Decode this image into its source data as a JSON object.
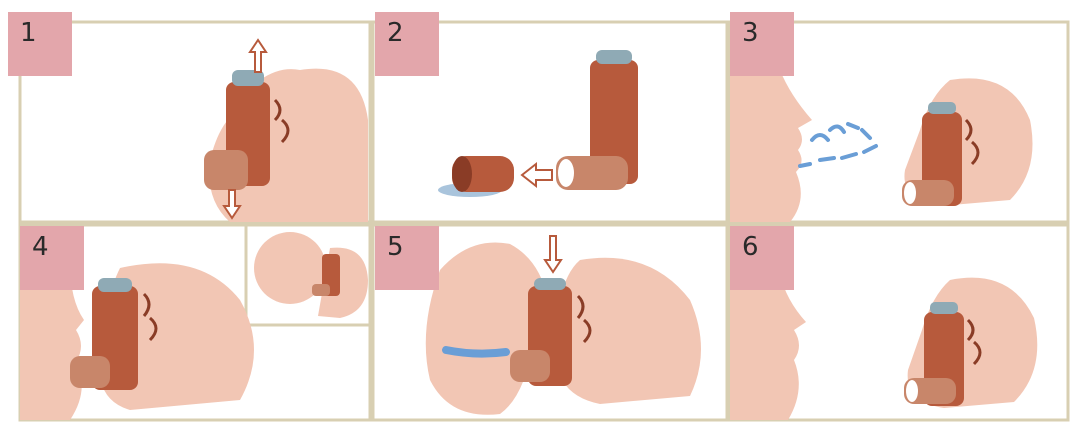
{
  "diagram": {
    "steps": [
      {
        "number": "1",
        "scene": "shake-inhaler"
      },
      {
        "number": "2",
        "scene": "remove-cap"
      },
      {
        "number": "3",
        "scene": "breathe-out"
      },
      {
        "number": "4",
        "scene": "inhaler-to-mouth"
      },
      {
        "number": "5",
        "scene": "press-and-inhale"
      },
      {
        "number": "6",
        "scene": "hold-breath"
      }
    ],
    "colors": {
      "badge": "#e3a6ab",
      "frame": "#d8cfb2",
      "skin": "#f2c6b4",
      "skin_shade": "#e7ad98",
      "canister": "#b75a3c",
      "canister_dark": "#8a3c26",
      "mouthpiece": "#c8866a",
      "mist": "#6a9ed6"
    }
  }
}
